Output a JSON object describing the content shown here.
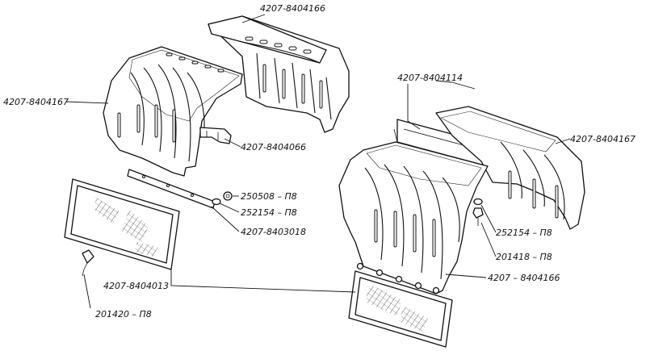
{
  "labels": {
    "top_shell_upper": "4207-8404166",
    "left_fender": "4207-8404167",
    "left_bracket": "4207-8404066",
    "washer_nut": "250508 – П8",
    "washer_lock_left": "252154 – П8",
    "strip": "4207-8403018",
    "mudflap": "4207-8404013",
    "screw": "201420 – П8",
    "bracket_right": "4207-8404114",
    "right_fender": "4207-8404167",
    "washer_lock_right": "252154 – П8",
    "bolt_right": "201418 – П8",
    "right_shell": "4207 – 8404166"
  },
  "colors": {
    "ink": "#111111",
    "background": "#ffffff"
  }
}
